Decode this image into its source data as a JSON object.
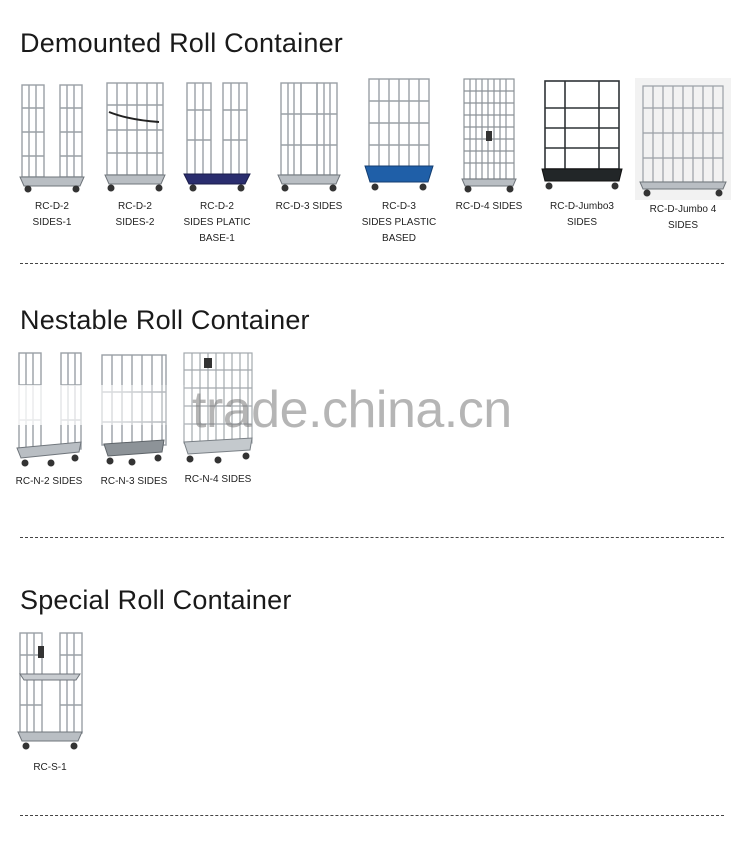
{
  "sections": [
    {
      "title": "Demounted Roll Container",
      "items": [
        {
          "caption": [
            "RC-D-2",
            "SIDES-1"
          ]
        },
        {
          "caption": [
            "RC-D-2",
            "SIDES-2"
          ]
        },
        {
          "caption": [
            "RC-D-2",
            "SIDES PLATIC",
            "BASE-1"
          ]
        },
        {
          "caption": [
            "RC-D-3 SIDES"
          ]
        },
        {
          "caption": [
            "RC-D-3",
            "SIDES PLASTIC",
            "BASED"
          ]
        },
        {
          "caption": [
            "RC-D-4 SIDES"
          ]
        },
        {
          "caption": [
            "RC-D-Jumbo3",
            "SIDES"
          ]
        },
        {
          "caption": [
            "RC-D-Jumbo 4",
            "SIDES"
          ]
        }
      ]
    },
    {
      "title": "Nestable Roll Container",
      "items": [
        {
          "caption": [
            "RC-N-2 SIDES"
          ]
        },
        {
          "caption": [
            "RC-N-3 SIDES"
          ]
        },
        {
          "caption": [
            "RC-N-4 SIDES"
          ]
        }
      ]
    },
    {
      "title": "Special Roll Container",
      "items": [
        {
          "caption": [
            "RC-S-1"
          ]
        }
      ]
    }
  ],
  "watermark": "trade.china.cn",
  "colors": {
    "metal": "#9aa0a6",
    "metal_dark": "#6f757b",
    "navy_base": "#2a2d6e",
    "blue_base": "#1f5fa8",
    "black_base": "#222628",
    "wheel": "#333333"
  }
}
